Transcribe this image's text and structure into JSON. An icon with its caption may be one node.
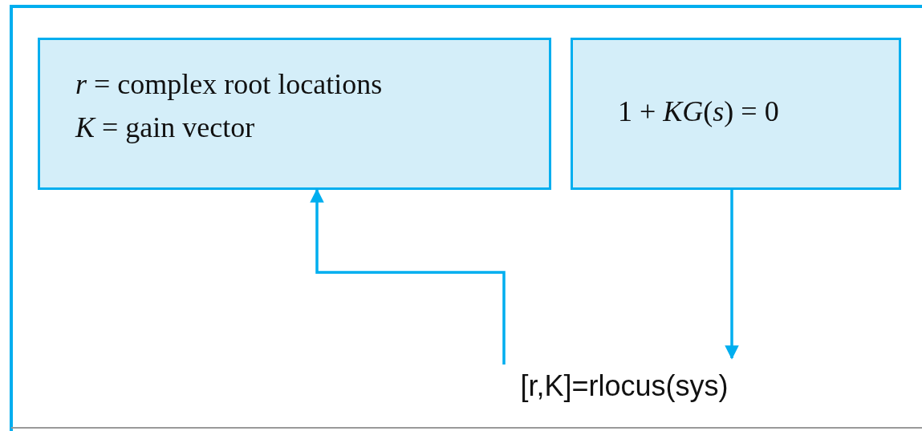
{
  "diagram": {
    "nodes": [
      {
        "text": [
          "*r* = complex root locations",
          "*K* = gain vector"
        ]
      },
      {
        "text": [
          "1 + *KG*(*s*) = 0"
        ]
      },
      {
        "text": [
          "[r,K]=rlocus(sys)"
        ]
      }
    ],
    "edges": [
      {
        "from": 2,
        "to": 0,
        "arrow": "to"
      },
      {
        "from": 1,
        "to": 2,
        "arrow": "to"
      }
    ]
  }
}
